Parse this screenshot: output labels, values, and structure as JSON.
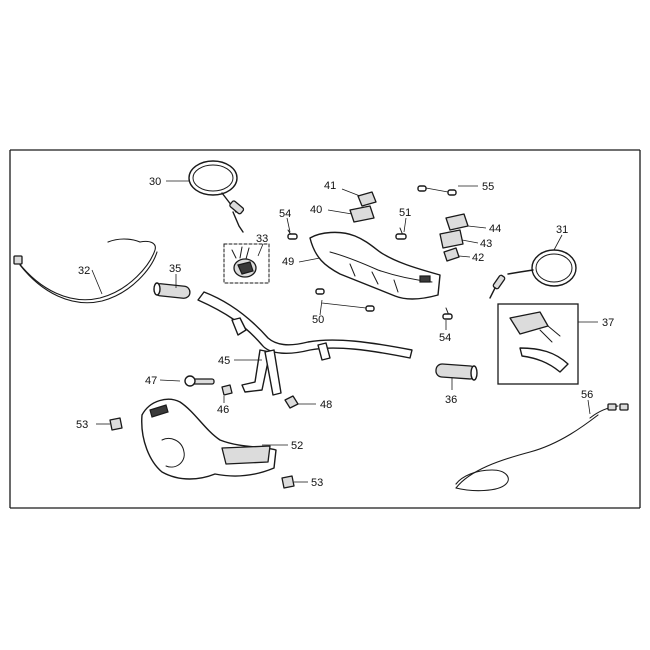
{
  "callouts": {
    "c30": "30",
    "c41": "41",
    "c55": "55",
    "c40": "40",
    "c51": "51",
    "c54a": "54",
    "c44": "44",
    "c31": "31",
    "c33": "33",
    "c43": "43",
    "c49": "49",
    "c42": "42",
    "c32": "32",
    "c35": "35",
    "c50": "50",
    "c37": "37",
    "c54b": "54",
    "c45": "45",
    "c47": "47",
    "c36": "36",
    "c46": "46",
    "c48": "48",
    "c56": "56",
    "c53a": "53",
    "c52": "52",
    "c53b": "53"
  }
}
